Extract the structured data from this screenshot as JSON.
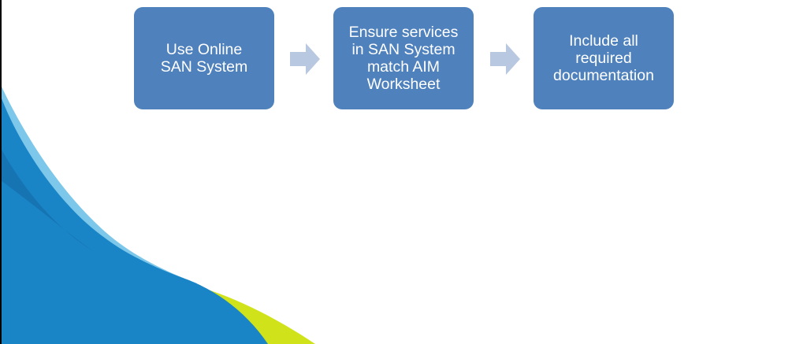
{
  "steps": [
    {
      "label": "Use Online\nSAN System"
    },
    {
      "label": "Ensure services\nin SAN System\nmatch AIM\nWorksheet"
    },
    {
      "label": "Include all\nrequired\ndocumentation"
    }
  ],
  "colors": {
    "box_fill": "#4f81bd",
    "box_text": "#ffffff",
    "arrow_fill": "#b9c8e1",
    "swoosh_blue": "#1a85c6",
    "swoosh_light_blue": "#7cc7ea",
    "swoosh_yellow_green": "#cfe21a"
  }
}
